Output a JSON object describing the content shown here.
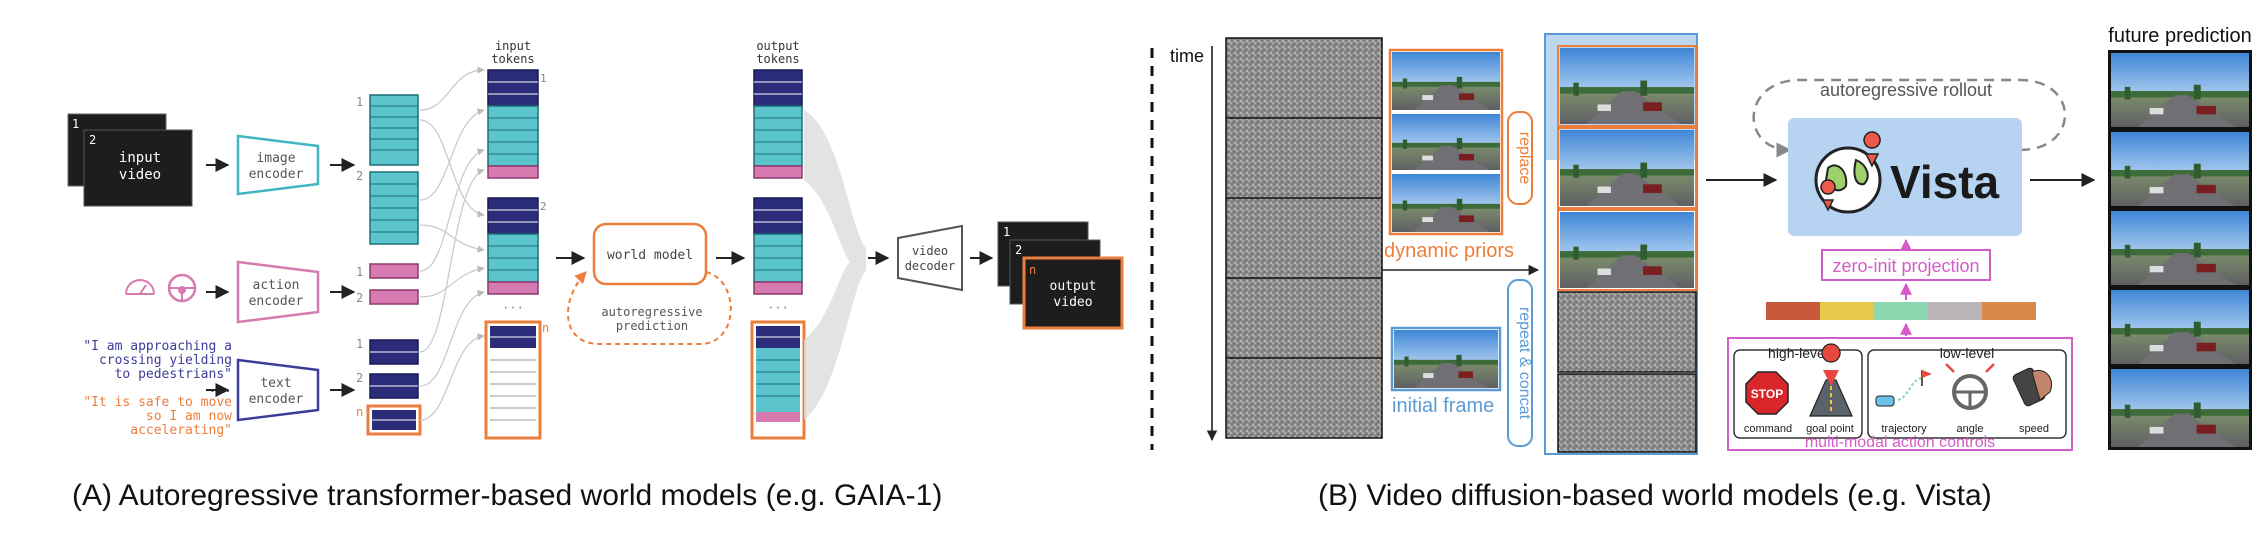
{
  "left_panel": {
    "caption": "(A) Autoregressive transformer-based world models (e.g. GAIA-1)",
    "input_video": {
      "frame1": "1",
      "frame2": "2",
      "label_line1": "input",
      "label_line2": "video"
    },
    "image_encoder": {
      "line1": "image",
      "line2": "encoder"
    },
    "action_encoder": {
      "line1": "action",
      "line2": "encoder"
    },
    "text_encoder": {
      "line1": "text",
      "line2": "encoder"
    },
    "text_input": {
      "line1": "\"I am approaching a",
      "line2": "crossing yielding",
      "line3": "to pedestrians\"",
      "ellipsis": "...",
      "line4": "\"It is safe to move",
      "line5": "so I am now",
      "line6": "accelerating\""
    },
    "token_indices": {
      "one": "1",
      "two": "2",
      "n": "n"
    },
    "input_tokens_header": {
      "line1": "input",
      "line2": "tokens"
    },
    "output_tokens_header": {
      "line1": "output",
      "line2": "tokens"
    },
    "world_model": "world model",
    "autoregressive": {
      "line1": "autoregressive",
      "line2": "prediction"
    },
    "video_decoder": {
      "line1": "video",
      "line2": "decoder"
    },
    "output_video": {
      "frame1": "1",
      "frame2": "2",
      "frame_n": "n",
      "label_line1": "output",
      "label_line2": "video"
    },
    "colors": {
      "cyan": "#5bc4cc",
      "navy": "#2c2d7a",
      "pink": "#d77ab0",
      "orange": "#ec7e3c",
      "purple": "#6b54a7",
      "teal": "#3fb6c0"
    }
  },
  "right_panel": {
    "caption": "(B) Video diffusion-based world models (e.g. Vista)",
    "time_label": "time",
    "dynamic_priors": "dynamic priors",
    "initial_frame": "initial frame",
    "replace_label": "replace",
    "repeat_concat_label": "repeat & concat",
    "autoregressive_rollout": "autoregressive rollout",
    "vista_logo": "Vista",
    "zero_init_projection": "zero-init projection",
    "high_level": "high-level",
    "low_level": "low-level",
    "stop_sign": "STOP",
    "controls": [
      "command",
      "goal point",
      "trajectory",
      "angle",
      "speed"
    ],
    "multimodal_caption": "multi-modal action controls",
    "future_prediction": "future prediction",
    "action_strip_colors": [
      "#c85a3c",
      "#e7c94b",
      "#8ed6b0",
      "#b9b4b8",
      "#d8884b"
    ],
    "colors": {
      "orange": "#ec7e3c",
      "blue": "#5b9bd5",
      "pink": "#d55cc8",
      "vista_panel": "#b7d3f2"
    }
  }
}
